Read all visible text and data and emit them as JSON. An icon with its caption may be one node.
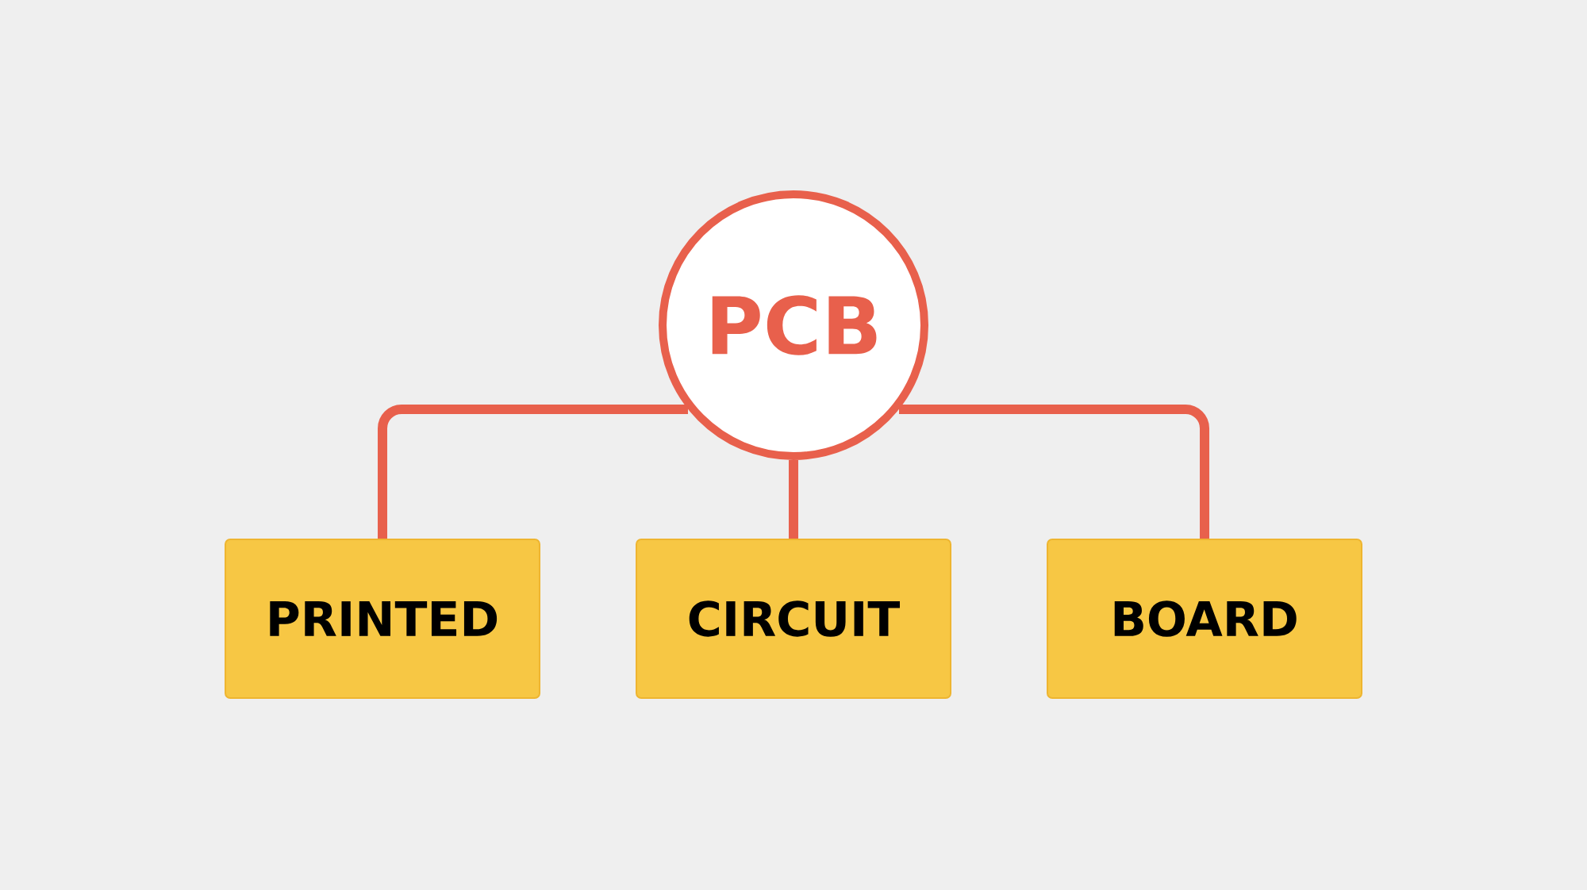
{
  "diagram": {
    "nodes": [
      {
        "text": [
          "PCB"
        ]
      },
      {
        "text": [
          "PRINTED"
        ]
      },
      {
        "text": [
          "CIRCUIT"
        ]
      },
      {
        "text": [
          "BOARD"
        ]
      }
    ],
    "edges": [
      {
        "from": 0,
        "to": 1,
        "arrow": "none"
      },
      {
        "from": 0,
        "to": 2,
        "arrow": "none"
      },
      {
        "from": 0,
        "to": 3,
        "arrow": "none"
      }
    ]
  }
}
